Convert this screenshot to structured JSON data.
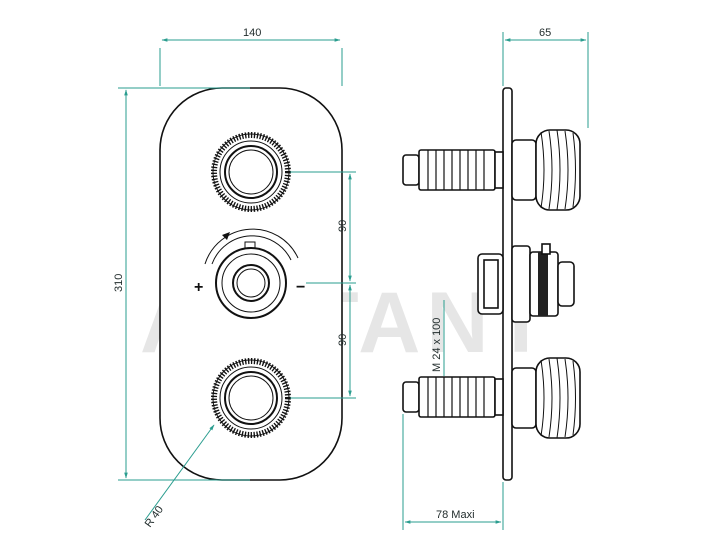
{
  "watermark": "ABITANT",
  "front_view": {
    "width_label": "140",
    "height_label": "310",
    "spacing_top_label": "90",
    "spacing_bottom_label": "90",
    "radius_label": "R 40",
    "plus_symbol": "+",
    "minus_symbol": "−"
  },
  "side_view": {
    "depth_label": "65",
    "thread_label": "M 24 x 100",
    "max_length_label": "78 Maxi"
  },
  "colors": {
    "dimension_lines": "#2a9d8f",
    "outline": "#111111"
  }
}
